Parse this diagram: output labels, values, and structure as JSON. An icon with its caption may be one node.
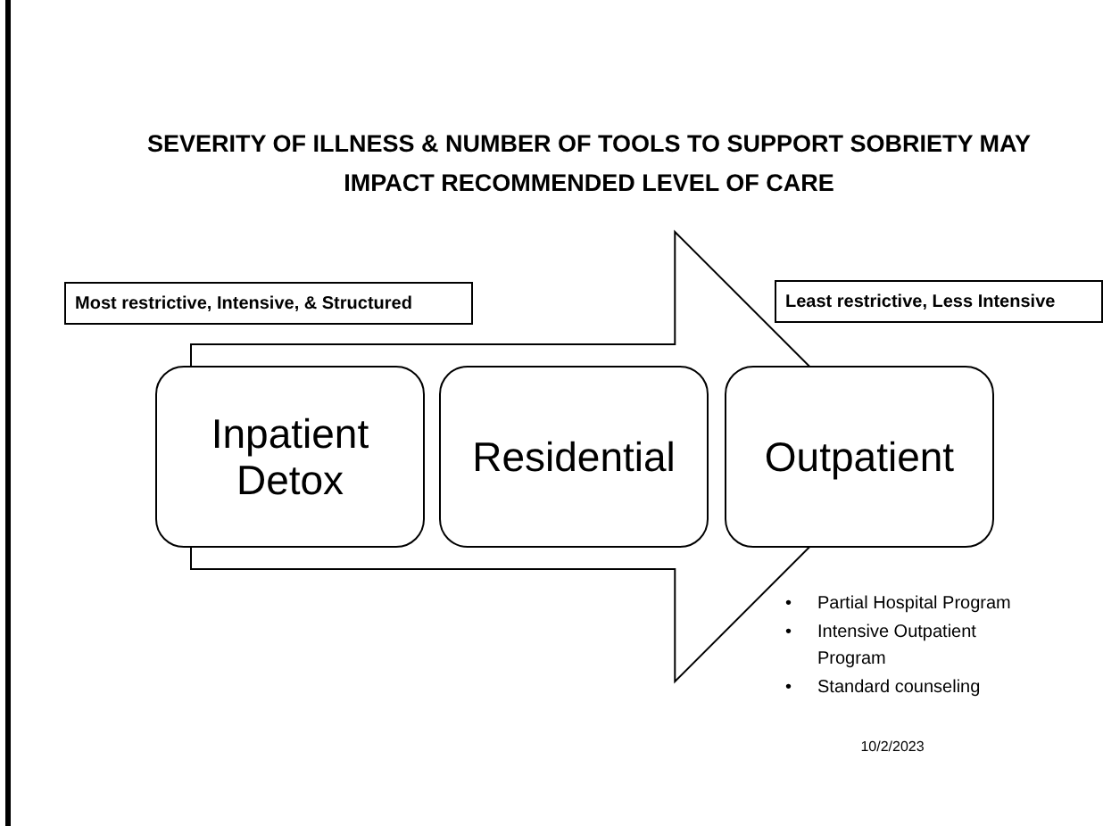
{
  "diagram": {
    "title": "SEVERITY OF ILLNESS & NUMBER OF TOOLS TO SUPPORT SOBRIETY MAY IMPACT RECOMMENDED LEVEL OF CARE",
    "nodes": [
      {
        "text": [
          "Most restrictive, Intensive,  & Structured"
        ]
      },
      {
        "text": [
          "Least restrictive, Less Intensive"
        ]
      },
      {
        "text": [
          "Inpatient Detox"
        ]
      },
      {
        "text": [
          "Residential"
        ]
      },
      {
        "text": [
          "Outpatient"
        ]
      }
    ],
    "edges": [
      {
        "from": 2,
        "to": 4,
        "arrow": "to",
        "style": "thick"
      }
    ],
    "labels": [
      "•",
      "Partial Hospital Program",
      "•",
      "Intensive Outpatient Program",
      "•",
      "Standard counseling",
      "10/2/2023"
    ]
  }
}
